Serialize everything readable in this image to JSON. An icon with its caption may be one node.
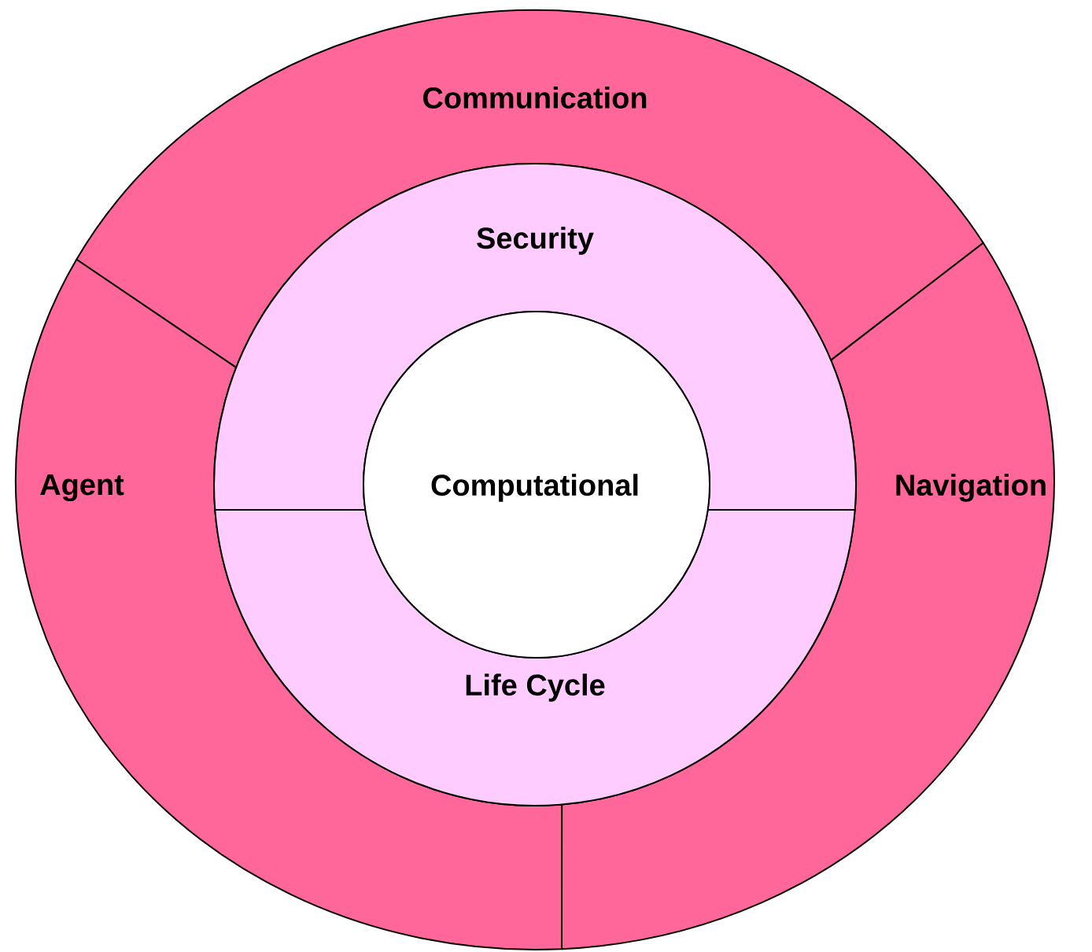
{
  "diagram": {
    "nodes": [
      {
        "text": [
          "Communication"
        ]
      },
      {
        "text": [
          "Agent"
        ]
      },
      {
        "text": [
          "Navigation"
        ]
      },
      {
        "text": [
          "Security"
        ]
      },
      {
        "text": [
          "Life Cycle"
        ]
      },
      {
        "text": [
          "Computational"
        ]
      }
    ]
  }
}
